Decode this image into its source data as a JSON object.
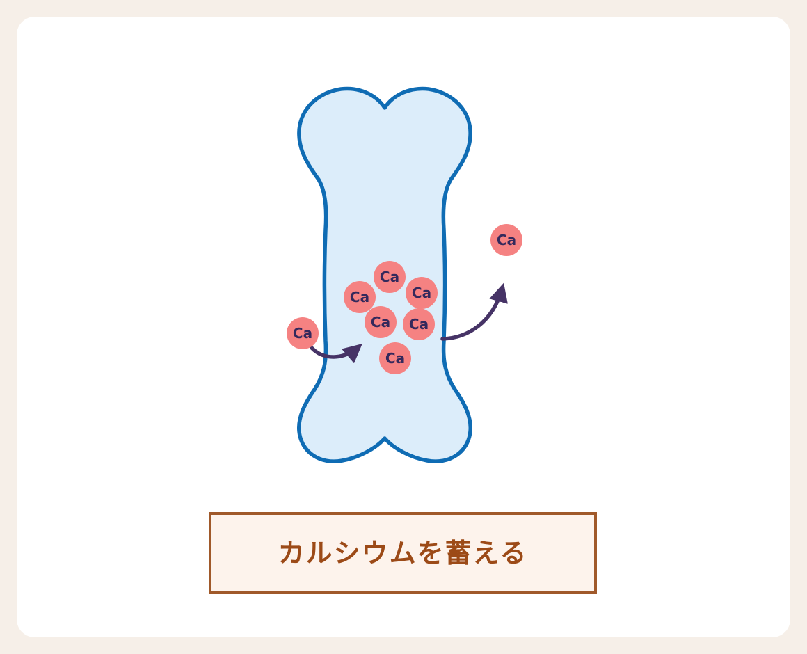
{
  "diagram": {
    "caption": "カルシウムを蓄える",
    "particles": [
      {
        "label": "Ca",
        "location": "inside-bone-top"
      },
      {
        "label": "Ca",
        "location": "inside-bone-upper-left"
      },
      {
        "label": "Ca",
        "location": "inside-bone-upper-right"
      },
      {
        "label": "Ca",
        "location": "inside-bone-mid-left"
      },
      {
        "label": "Ca",
        "location": "inside-bone-mid-right"
      },
      {
        "label": "Ca",
        "location": "inside-bone-bottom"
      },
      {
        "label": "Ca",
        "location": "outside-bone-left"
      },
      {
        "label": "Ca",
        "location": "outside-bone-top-right"
      }
    ],
    "arrows": [
      {
        "name": "calcium-in-arrow",
        "direction": "into-bone"
      },
      {
        "name": "calcium-out-arrow",
        "direction": "out-of-bone"
      }
    ],
    "colors": {
      "page_bg": "#f6efe8",
      "card_bg": "#ffffff",
      "bone_outline": "#0f6cb4",
      "bone_fill": "#dcedfa",
      "particle_fill": "#f58282",
      "particle_text": "#34295c",
      "arrow": "#463366",
      "caption_border": "#a0592a",
      "caption_bg": "#fdf3ec",
      "caption_text": "#9c4a17"
    }
  }
}
